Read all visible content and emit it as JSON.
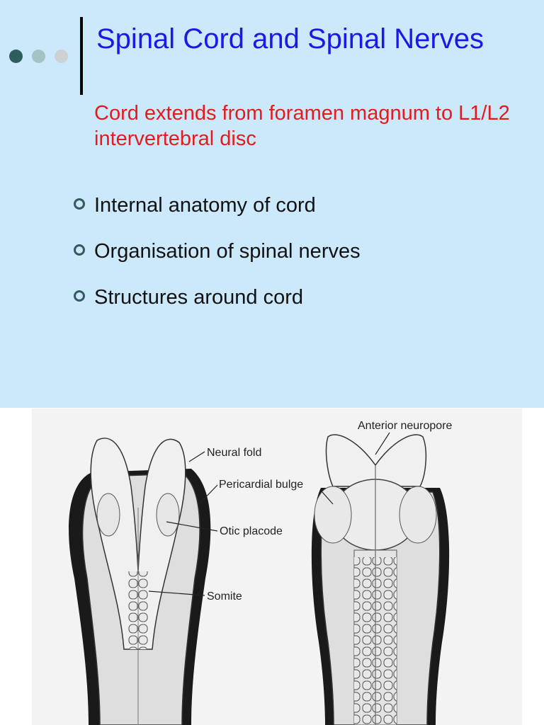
{
  "slide": {
    "title": "Spinal Cord and Spinal Nerves",
    "subtitle": "Cord extends from foramen magnum to L1/L2 intervertebral disc",
    "bullets": [
      "Internal anatomy of cord",
      "Organisation of spinal nerves",
      "Structures around cord"
    ],
    "colors": {
      "background": "#cce9fb",
      "title": "#1a1ae6",
      "subtitle": "#e61a1a",
      "bullet_ring": "#2e5e5c"
    }
  },
  "figure": {
    "labels": {
      "neural_fold": "Neural fold",
      "pericardial_bulge": "Pericardial bulge",
      "otic_placode": "Otic placode",
      "somite": "Somite",
      "anterior_neuropore": "Anterior neuropore"
    }
  }
}
